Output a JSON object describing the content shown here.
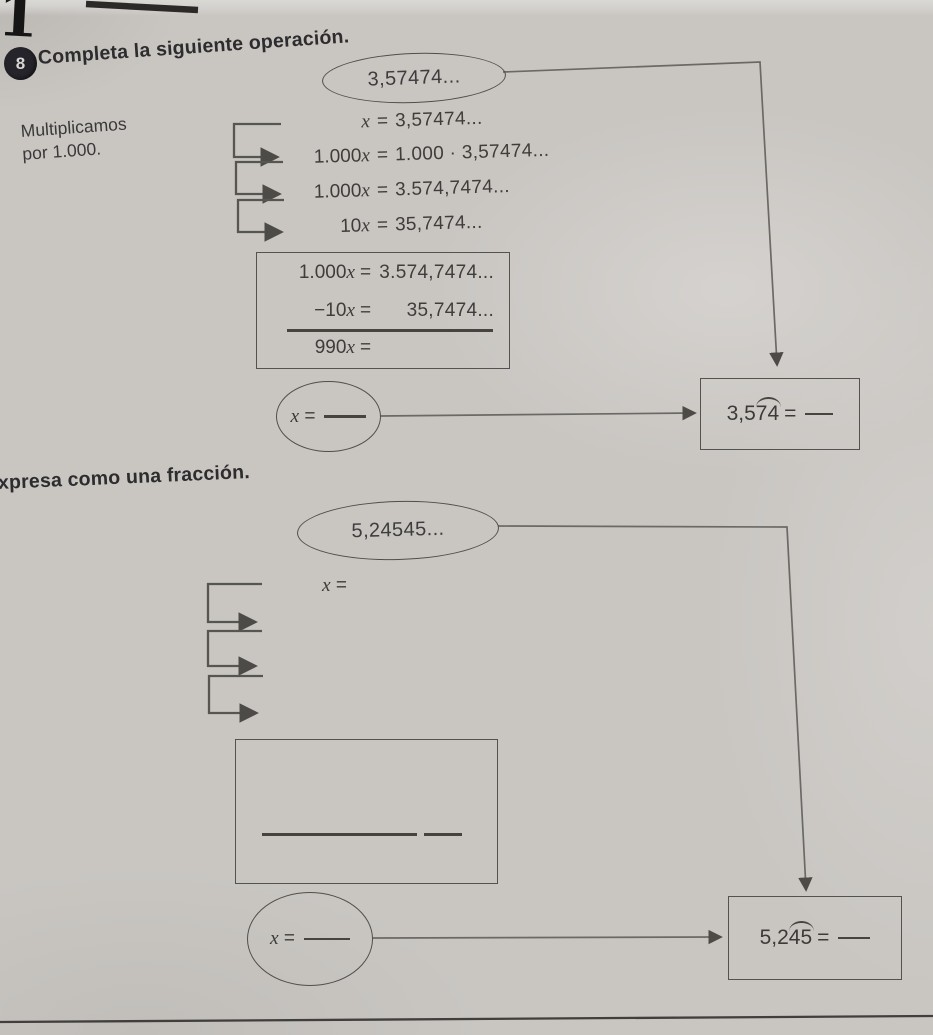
{
  "page": {
    "paper_color": "#c9c6c2",
    "ink_color": "#3d3b38",
    "badge_color": "#24242a"
  },
  "symbols": {
    "equals": "="
  },
  "prev_fragment": {
    "numeral": "1"
  },
  "exercise": {
    "number": "8",
    "title": "Completa la siguiente operación."
  },
  "section1": {
    "note": {
      "line1": "Multiplicamos",
      "line2": "por 1.000."
    },
    "oval_value": "3,57474...",
    "steps": [
      {
        "coef": "",
        "var": "x",
        "rhs": "3,57474..."
      },
      {
        "coef": "1.000",
        "var": "x",
        "rhs": "1.000 · 3,57474..."
      },
      {
        "coef": "1.000",
        "var": "x",
        "rhs": "3.574,7474..."
      },
      {
        "coef": "10",
        "var": "x",
        "rhs": "35,7474..."
      }
    ],
    "subtraction_box": {
      "minuend": {
        "coef": "1.000",
        "var": "x",
        "rhs": "3.574,7474..."
      },
      "subtrahend": {
        "coef": "−10",
        "var": "x",
        "rhs": "35,7474..."
      },
      "result": {
        "coef": "990",
        "var": "x",
        "rhs": ""
      }
    },
    "x_oval": {
      "var": "x"
    },
    "result_box": {
      "int_part": "3,5",
      "repeating": "74"
    }
  },
  "section2": {
    "title": "xpresa como una fracción.",
    "oval_value": "5,24545...",
    "x_label": {
      "var": "x"
    },
    "x_oval": {
      "var": "x"
    },
    "result_box": {
      "int_part": "5,2",
      "repeating": "45"
    }
  }
}
